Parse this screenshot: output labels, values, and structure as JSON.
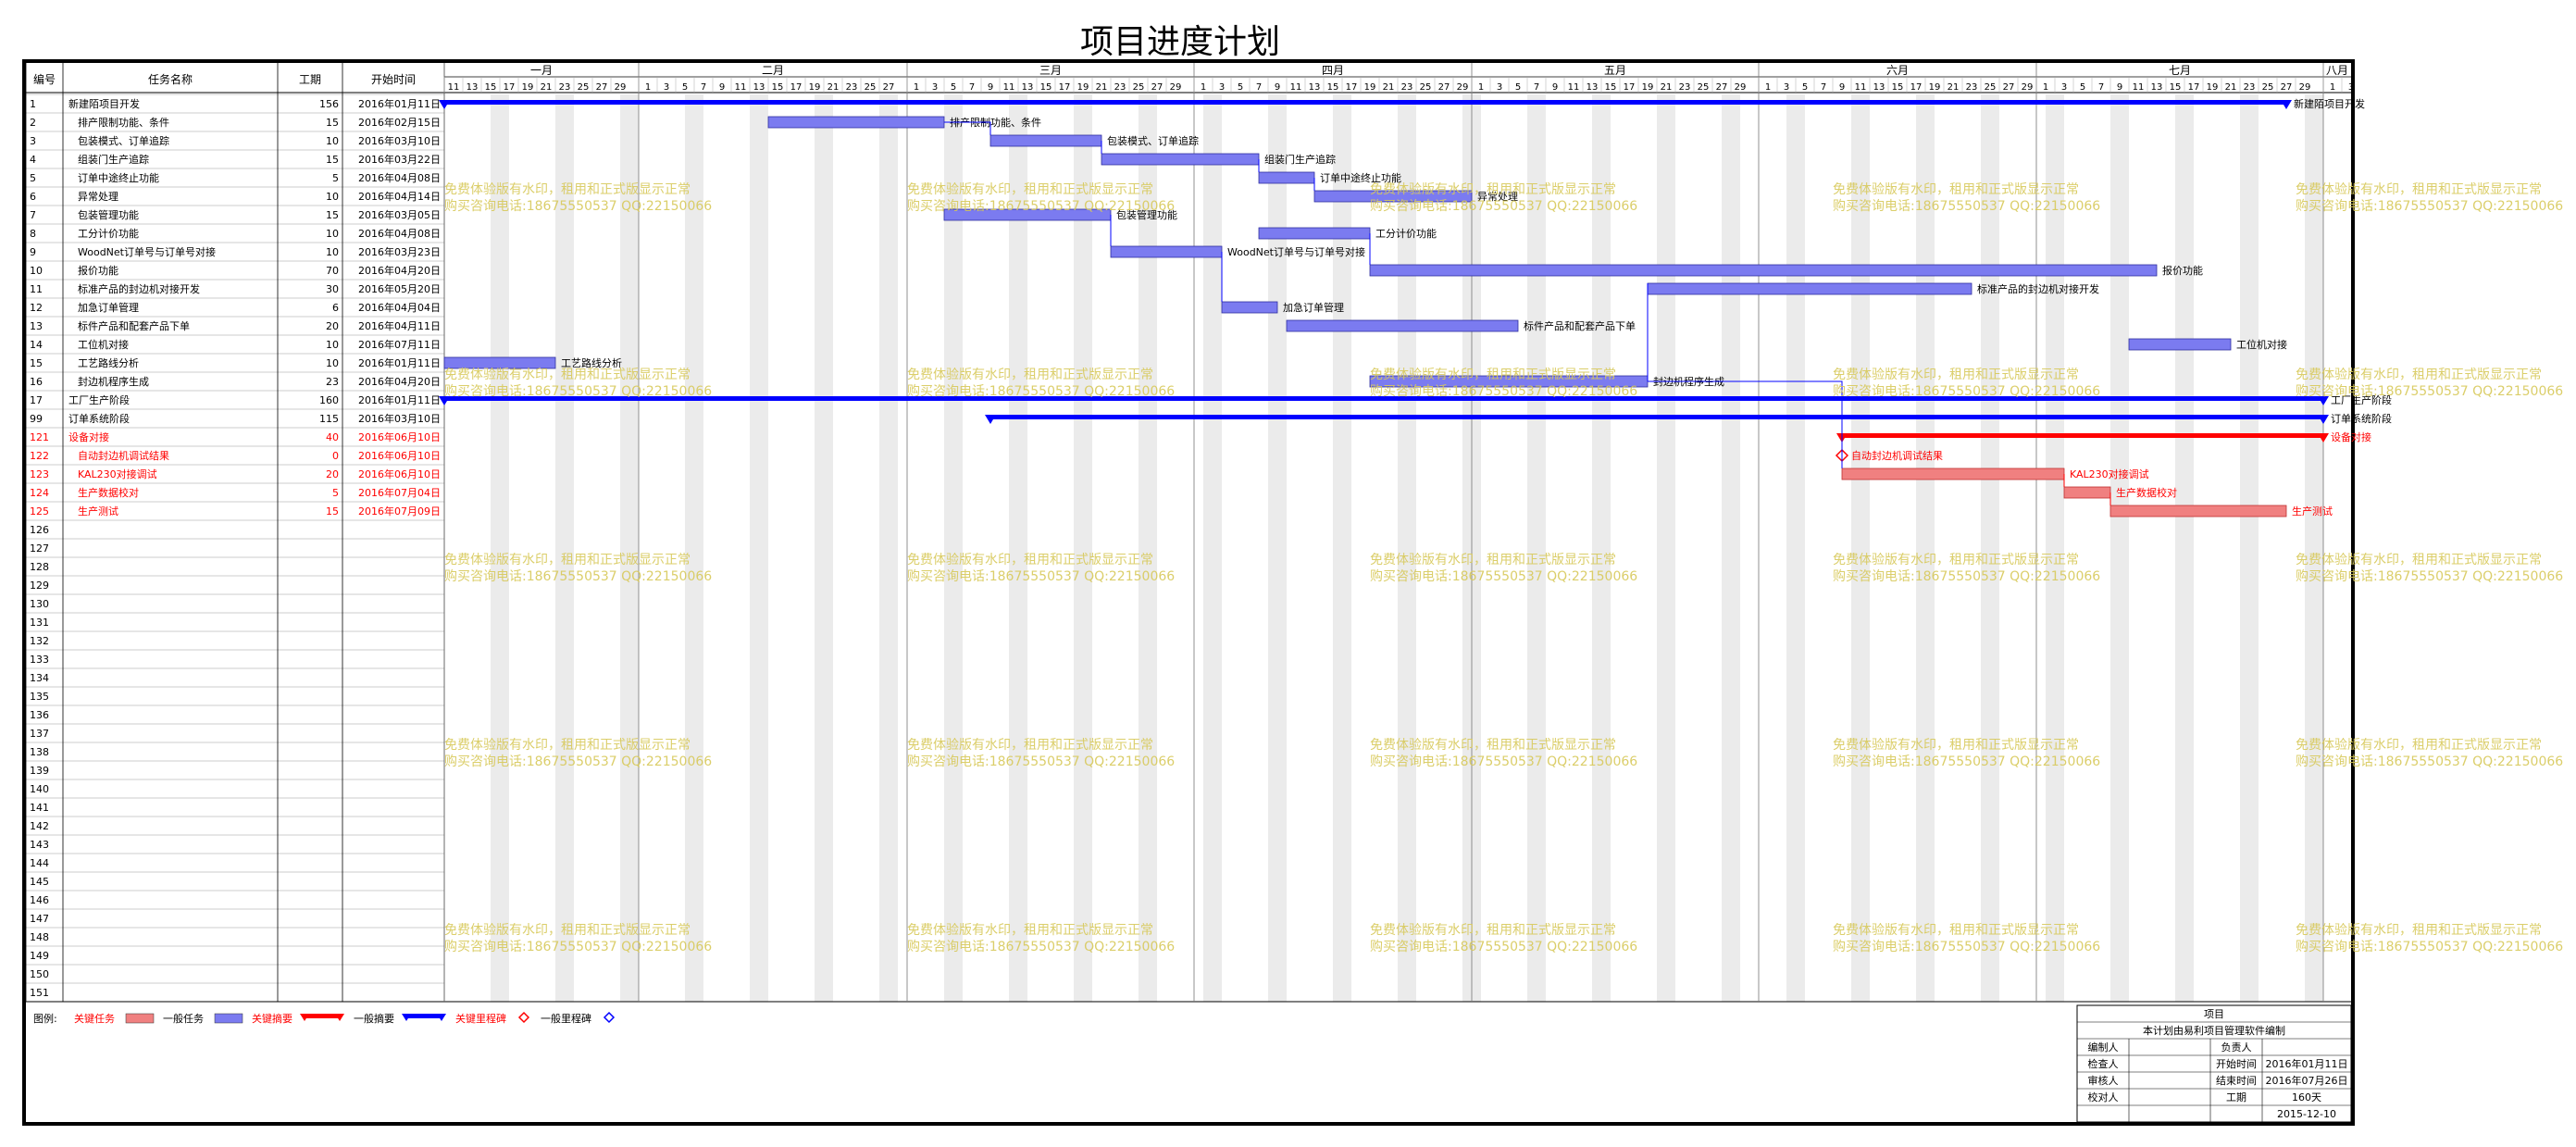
{
  "title": "项目进度计划",
  "table": {
    "headers": {
      "id": "编号",
      "name": "任务名称",
      "duration": "工期",
      "start": "开始时间"
    },
    "rows": [
      {
        "id": "1",
        "name": "新建陌项目开发",
        "duration": "156",
        "start": "2016年01月11日",
        "indent": 0,
        "color": "#000"
      },
      {
        "id": "2",
        "name": "排产限制功能、条件",
        "duration": "15",
        "start": "2016年02月15日",
        "indent": 1,
        "color": "#000"
      },
      {
        "id": "3",
        "name": "包装模式、订单追踪",
        "duration": "10",
        "start": "2016年03月10日",
        "indent": 1,
        "color": "#000"
      },
      {
        "id": "4",
        "name": "组装门生产追踪",
        "duration": "15",
        "start": "2016年03月22日",
        "indent": 1,
        "color": "#000"
      },
      {
        "id": "5",
        "name": "订单中途终止功能",
        "duration": "5",
        "start": "2016年04月08日",
        "indent": 1,
        "color": "#000"
      },
      {
        "id": "6",
        "name": "异常处理",
        "duration": "10",
        "start": "2016年04月14日",
        "indent": 1,
        "color": "#000"
      },
      {
        "id": "7",
        "name": "包装管理功能",
        "duration": "15",
        "start": "2016年03月05日",
        "indent": 1,
        "color": "#000"
      },
      {
        "id": "8",
        "name": "工分计价功能",
        "duration": "10",
        "start": "2016年04月08日",
        "indent": 1,
        "color": "#000"
      },
      {
        "id": "9",
        "name": "WoodNet订单号与订单号对接",
        "duration": "10",
        "start": "2016年03月23日",
        "indent": 1,
        "color": "#000"
      },
      {
        "id": "10",
        "name": "报价功能",
        "duration": "70",
        "start": "2016年04月20日",
        "indent": 1,
        "color": "#000"
      },
      {
        "id": "11",
        "name": "标准产品的封边机对接开发",
        "duration": "30",
        "start": "2016年05月20日",
        "indent": 1,
        "color": "#000"
      },
      {
        "id": "12",
        "name": "加急订单管理",
        "duration": "6",
        "start": "2016年04月04日",
        "indent": 1,
        "color": "#000"
      },
      {
        "id": "13",
        "name": "标件产品和配套产品下单",
        "duration": "20",
        "start": "2016年04月11日",
        "indent": 1,
        "color": "#000"
      },
      {
        "id": "14",
        "name": "工位机对接",
        "duration": "10",
        "start": "2016年07月11日",
        "indent": 1,
        "color": "#000"
      },
      {
        "id": "15",
        "name": "工艺路线分析",
        "duration": "10",
        "start": "2016年01月11日",
        "indent": 1,
        "color": "#000"
      },
      {
        "id": "16",
        "name": "封边机程序生成",
        "duration": "23",
        "start": "2016年04月20日",
        "indent": 1,
        "color": "#000"
      },
      {
        "id": "17",
        "name": "工厂生产阶段",
        "duration": "160",
        "start": "2016年01月11日",
        "indent": 0,
        "color": "#000"
      },
      {
        "id": "99",
        "name": "订单系统阶段",
        "duration": "115",
        "start": "2016年03月10日",
        "indent": 0,
        "color": "#000"
      },
      {
        "id": "121",
        "name": "设备对接",
        "duration": "40",
        "start": "2016年06月10日",
        "indent": 0,
        "color": "#ff0000"
      },
      {
        "id": "122",
        "name": "自动封边机调试结果",
        "duration": "0",
        "start": "2016年06月10日",
        "indent": 1,
        "color": "#ff0000"
      },
      {
        "id": "123",
        "name": "KAL230对接调试",
        "duration": "20",
        "start": "2016年06月10日",
        "indent": 1,
        "color": "#ff0000"
      },
      {
        "id": "124",
        "name": "生产数据校对",
        "duration": "5",
        "start": "2016年07月04日",
        "indent": 1,
        "color": "#ff0000"
      },
      {
        "id": "125",
        "name": "生产测试",
        "duration": "15",
        "start": "2016年07月09日",
        "indent": 1,
        "color": "#ff0000"
      },
      {
        "id": "126",
        "name": "",
        "duration": "",
        "start": "",
        "indent": 0,
        "color": "#000"
      },
      {
        "id": "127",
        "name": "",
        "duration": "",
        "start": "",
        "indent": 0,
        "color": "#000"
      },
      {
        "id": "128",
        "name": "",
        "duration": "",
        "start": "",
        "indent": 0,
        "color": "#000"
      },
      {
        "id": "129",
        "name": "",
        "duration": "",
        "start": "",
        "indent": 0,
        "color": "#000"
      },
      {
        "id": "130",
        "name": "",
        "duration": "",
        "start": "",
        "indent": 0,
        "color": "#000"
      },
      {
        "id": "131",
        "name": "",
        "duration": "",
        "start": "",
        "indent": 0,
        "color": "#000"
      },
      {
        "id": "132",
        "name": "",
        "duration": "",
        "start": "",
        "indent": 0,
        "color": "#000"
      },
      {
        "id": "133",
        "name": "",
        "duration": "",
        "start": "",
        "indent": 0,
        "color": "#000"
      },
      {
        "id": "134",
        "name": "",
        "duration": "",
        "start": "",
        "indent": 0,
        "color": "#000"
      },
      {
        "id": "135",
        "name": "",
        "duration": "",
        "start": "",
        "indent": 0,
        "color": "#000"
      },
      {
        "id": "136",
        "name": "",
        "duration": "",
        "start": "",
        "indent": 0,
        "color": "#000"
      },
      {
        "id": "137",
        "name": "",
        "duration": "",
        "start": "",
        "indent": 0,
        "color": "#000"
      },
      {
        "id": "138",
        "name": "",
        "duration": "",
        "start": "",
        "indent": 0,
        "color": "#000"
      },
      {
        "id": "139",
        "name": "",
        "duration": "",
        "start": "",
        "indent": 0,
        "color": "#000"
      },
      {
        "id": "140",
        "name": "",
        "duration": "",
        "start": "",
        "indent": 0,
        "color": "#000"
      },
      {
        "id": "141",
        "name": "",
        "duration": "",
        "start": "",
        "indent": 0,
        "color": "#000"
      },
      {
        "id": "142",
        "name": "",
        "duration": "",
        "start": "",
        "indent": 0,
        "color": "#000"
      },
      {
        "id": "143",
        "name": "",
        "duration": "",
        "start": "",
        "indent": 0,
        "color": "#000"
      },
      {
        "id": "144",
        "name": "",
        "duration": "",
        "start": "",
        "indent": 0,
        "color": "#000"
      },
      {
        "id": "145",
        "name": "",
        "duration": "",
        "start": "",
        "indent": 0,
        "color": "#000"
      },
      {
        "id": "146",
        "name": "",
        "duration": "",
        "start": "",
        "indent": 0,
        "color": "#000"
      },
      {
        "id": "147",
        "name": "",
        "duration": "",
        "start": "",
        "indent": 0,
        "color": "#000"
      },
      {
        "id": "148",
        "name": "",
        "duration": "",
        "start": "",
        "indent": 0,
        "color": "#000"
      },
      {
        "id": "149",
        "name": "",
        "duration": "",
        "start": "",
        "indent": 0,
        "color": "#000"
      },
      {
        "id": "150",
        "name": "",
        "duration": "",
        "start": "",
        "indent": 0,
        "color": "#000"
      },
      {
        "id": "151",
        "name": "",
        "duration": "",
        "start": "",
        "indent": 0,
        "color": "#000"
      }
    ]
  },
  "timeline": {
    "months": [
      {
        "name": "一月",
        "days": [
          "11",
          "13",
          "15",
          "17",
          "19",
          "21",
          "23",
          "25",
          "27",
          "29"
        ]
      },
      {
        "name": "二月",
        "days": [
          "1",
          "3",
          "5",
          "7",
          "9",
          "11",
          "13",
          "15",
          "17",
          "19",
          "21",
          "23",
          "25",
          "27"
        ]
      },
      {
        "name": "三月",
        "days": [
          "1",
          "3",
          "5",
          "7",
          "9",
          "11",
          "13",
          "15",
          "17",
          "19",
          "21",
          "23",
          "25",
          "27",
          "29"
        ]
      },
      {
        "name": "四月",
        "days": [
          "1",
          "3",
          "5",
          "7",
          "9",
          "11",
          "13",
          "15",
          "17",
          "19",
          "21",
          "23",
          "25",
          "27",
          "29"
        ]
      },
      {
        "name": "五月",
        "days": [
          "1",
          "3",
          "5",
          "7",
          "9",
          "11",
          "13",
          "15",
          "17",
          "19",
          "21",
          "23",
          "25",
          "27",
          "29"
        ]
      },
      {
        "name": "六月",
        "days": [
          "1",
          "3",
          "5",
          "7",
          "9",
          "11",
          "13",
          "15",
          "17",
          "19",
          "21",
          "23",
          "25",
          "27",
          "29"
        ]
      },
      {
        "name": "七月",
        "days": [
          "1",
          "3",
          "5",
          "7",
          "9",
          "11",
          "13",
          "15",
          "17",
          "19",
          "21",
          "23",
          "25",
          "27",
          "29"
        ]
      },
      {
        "name": "八月",
        "days": [
          "1",
          "3"
        ]
      }
    ]
  },
  "gantt": {
    "bars": [
      {
        "row": 0,
        "type": "summary",
        "color": "#0000ff",
        "start": "2016-01-11",
        "end": "2016-07-28",
        "label": "新建陌项目开发"
      },
      {
        "row": 1,
        "type": "task",
        "color": "#7b7bf0",
        "start": "2016-02-15",
        "end": "2016-03-05",
        "label": "排产限制功能、条件"
      },
      {
        "row": 2,
        "type": "task",
        "color": "#7b7bf0",
        "start": "2016-03-10",
        "end": "2016-03-22",
        "label": "包装模式、订单追踪"
      },
      {
        "row": 3,
        "type": "task",
        "color": "#7b7bf0",
        "start": "2016-03-22",
        "end": "2016-04-08",
        "label": "组装门生产追踪"
      },
      {
        "row": 4,
        "type": "task",
        "color": "#7b7bf0",
        "start": "2016-04-08",
        "end": "2016-04-14",
        "label": "订单中途终止功能"
      },
      {
        "row": 5,
        "type": "task",
        "color": "#7b7bf0",
        "start": "2016-04-14",
        "end": "2016-05-01",
        "label": "异常处理"
      },
      {
        "row": 6,
        "type": "task",
        "color": "#7b7bf0",
        "start": "2016-03-05",
        "end": "2016-03-23",
        "label": "包装管理功能"
      },
      {
        "row": 7,
        "type": "task",
        "color": "#7b7bf0",
        "start": "2016-04-08",
        "end": "2016-04-20",
        "label": "工分计价功能"
      },
      {
        "row": 8,
        "type": "task",
        "color": "#7b7bf0",
        "start": "2016-03-23",
        "end": "2016-04-04",
        "label": "WoodNet订单号与订单号对接"
      },
      {
        "row": 9,
        "type": "task",
        "color": "#7b7bf0",
        "start": "2016-04-20",
        "end": "2016-07-14",
        "label": "报价功能"
      },
      {
        "row": 10,
        "type": "task",
        "color": "#7b7bf0",
        "start": "2016-05-20",
        "end": "2016-06-24",
        "label": "标准产品的封边机对接开发"
      },
      {
        "row": 11,
        "type": "task",
        "color": "#7b7bf0",
        "start": "2016-04-04",
        "end": "2016-04-10",
        "label": "加急订单管理"
      },
      {
        "row": 12,
        "type": "task",
        "color": "#7b7bf0",
        "start": "2016-04-11",
        "end": "2016-05-06",
        "label": "标件产品和配套产品下单"
      },
      {
        "row": 13,
        "type": "task",
        "color": "#7b7bf0",
        "start": "2016-07-11",
        "end": "2016-07-22",
        "label": "工位机对接"
      },
      {
        "row": 14,
        "type": "task",
        "color": "#7b7bf0",
        "start": "2016-01-11",
        "end": "2016-01-23",
        "label": "工艺路线分析"
      },
      {
        "row": 15,
        "type": "task",
        "color": "#7b7bf0",
        "start": "2016-04-20",
        "end": "2016-05-20",
        "label": "封边机程序生成"
      },
      {
        "row": 16,
        "type": "summary",
        "color": "#0000ff",
        "start": "2016-01-11",
        "end": "2016-08-01",
        "label": "工厂生产阶段"
      },
      {
        "row": 17,
        "type": "summary",
        "color": "#0000ff",
        "start": "2016-03-10",
        "end": "2016-08-01",
        "label": "订单系统阶段"
      },
      {
        "row": 18,
        "type": "summary",
        "color": "#ff0000",
        "start": "2016-06-10",
        "end": "2016-08-01",
        "label": "设备对接"
      },
      {
        "row": 19,
        "type": "milestone",
        "color": "#ff0000",
        "start": "2016-06-10",
        "end": "2016-06-10",
        "label": "自动封边机调试结果"
      },
      {
        "row": 20,
        "type": "task",
        "color": "#f08080",
        "start": "2016-06-10",
        "end": "2016-07-04",
        "label": "KAL230对接调试"
      },
      {
        "row": 21,
        "type": "task",
        "color": "#f08080",
        "start": "2016-07-04",
        "end": "2016-07-09",
        "label": "生产数据校对"
      },
      {
        "row": 22,
        "type": "task",
        "color": "#f08080",
        "start": "2016-07-09",
        "end": "2016-07-28",
        "label": "生产测试"
      }
    ]
  },
  "legend": {
    "title": "图例:",
    "items": [
      {
        "label": "关键任务",
        "color": "#f08080",
        "label_color": "#ff0000",
        "kind": "task"
      },
      {
        "label": "一般任务",
        "color": "#7b7bf0",
        "label_color": "#000",
        "kind": "task"
      },
      {
        "label": "关键摘要",
        "color": "#ff0000",
        "label_color": "#ff0000",
        "kind": "summary"
      },
      {
        "label": "一般摘要",
        "color": "#0000ff",
        "label_color": "#000",
        "kind": "summary"
      },
      {
        "label": "关键里程碑",
        "color": "#ff0000",
        "label_color": "#ff0000",
        "kind": "milestone"
      },
      {
        "label": "一般里程碑",
        "color": "#0000ff",
        "label_color": "#000",
        "kind": "milestone"
      }
    ]
  },
  "info_box": {
    "project_label": "项目",
    "note": "本计划由易利项目管理软件编制",
    "rows": [
      [
        "编制人",
        "",
        "负责人",
        ""
      ],
      [
        "检查人",
        "",
        "开始时间",
        "2016年01月11日"
      ],
      [
        "审核人",
        "",
        "结束时间",
        "2016年07月26日"
      ],
      [
        "校对人",
        "",
        "工期",
        "160天"
      ],
      [
        "",
        "",
        "",
        "2015-12-10"
      ]
    ]
  },
  "watermark": {
    "line1": "免费体验版有水印，租用和正式版显示正常",
    "line2": "购买咨询电话:18675550537 QQ:22150066"
  }
}
